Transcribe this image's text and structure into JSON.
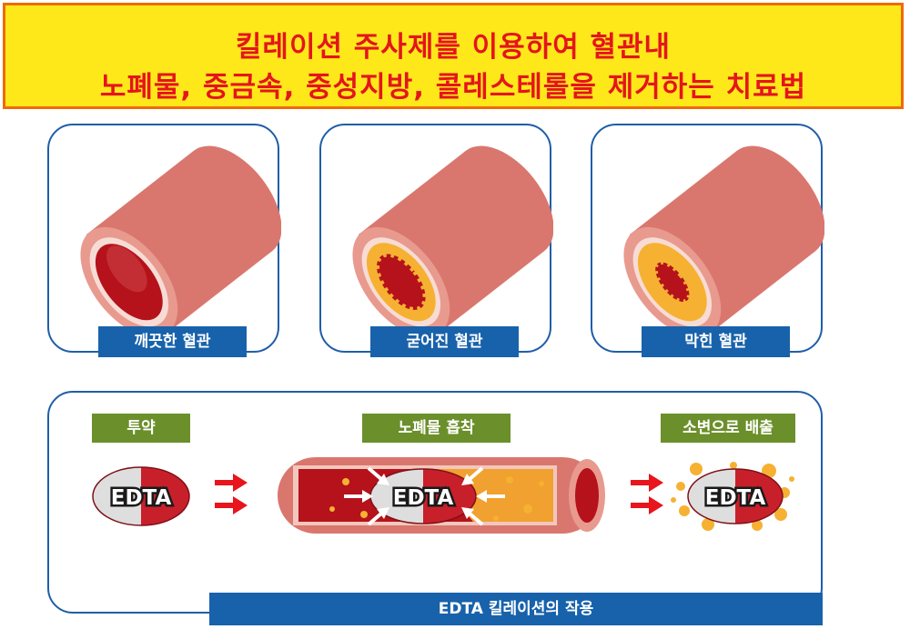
{
  "title": {
    "line1": "킬레이션 주사제를 이용하여 혈관내",
    "line2": "노폐물, 중금속, 중성지방, 콜레스테롤을 제거하는 치료법"
  },
  "vessels": [
    {
      "label": "깨끗한 혈관"
    },
    {
      "label": "굳어진 혈관"
    },
    {
      "label": "막힌 혈관"
    }
  ],
  "process": {
    "steps": [
      "투약",
      "노폐물 흡착",
      "소변으로 배출"
    ],
    "drug_label": "EDTA",
    "caption": "EDTA 킬레이션의 작용"
  },
  "colors": {
    "banner_bg": "#ffe81a",
    "banner_border": "#f06a08",
    "banner_text": "#e4151d",
    "panel_border": "#1f5ea8",
    "label_bg": "#1862ab",
    "step_bg": "#6b8f2a",
    "vessel_outer": "#e0837a",
    "blood": "#b5121b",
    "plaque": "#f6b132",
    "arrow": "#e8151c"
  }
}
